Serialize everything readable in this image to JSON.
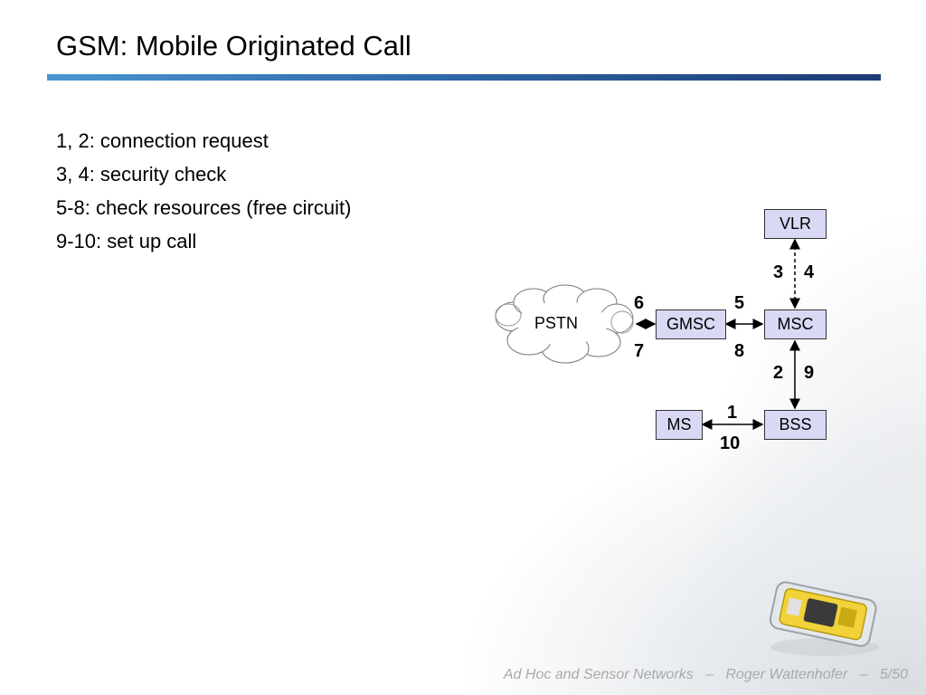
{
  "slide": {
    "title": "GSM: Mobile Originated Call",
    "bullets": [
      "1, 2: connection request",
      "3, 4: security check",
      "5-8: check resources (free circuit)",
      "9-10: set up call"
    ]
  },
  "diagram": {
    "nodes": {
      "vlr": "VLR",
      "gmsc": "GMSC",
      "msc": "MSC",
      "ms": "MS",
      "bss": "BSS",
      "pstn": "PSTN"
    },
    "steps": {
      "s1": "1",
      "s2": "2",
      "s3": "3",
      "s4": "4",
      "s5": "5",
      "s6": "6",
      "s7": "7",
      "s8": "8",
      "s9": "9",
      "s10": "10"
    },
    "node_fill": "#d9d9f5"
  },
  "footer": {
    "course": "Ad Hoc and Sensor Networks",
    "sep1": "–",
    "author": "Roger Wattenhofer",
    "sep2": "–",
    "page": "5/50"
  },
  "colors": {
    "title_bar_start": "#4b95cf",
    "title_bar_end": "#1e3a78",
    "footer_text": "#a9a9a9"
  }
}
